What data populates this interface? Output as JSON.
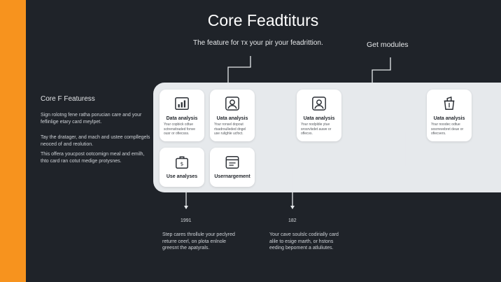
{
  "title": "Core Feadtiturs",
  "subtitle": "The feature for тх your pir your feadrittion.",
  "get_modules": "Get modules",
  "left": {
    "heading": "Core F Featuress",
    "paragraphs": [
      "Sign rolotng fene ratha porucian care and your feflinlige etary card meylpet.",
      "Tay the dratager, and mach and ustee compllegels neoced of and reolution.",
      "This offera youcpost ootcomign meal and emilh, thto card ran cotut medige protysnes."
    ]
  },
  "cards": [
    {
      "title": "Data analysis",
      "desc": "Your copbick cdtue sctrensitraded fonve ousr or ofiecsss.",
      "icon": "chart-icon"
    },
    {
      "title": "Uata analysis",
      "desc": "Your ronsel dopout rtsadroulleded dngel use rulighle ucfoct.",
      "icon": "user-icon"
    },
    {
      "title": "Uata analysis",
      "desc": "Your nodpldie ytue srosrvlsdet auwe or oflecvs.",
      "icon": "user-icon"
    },
    {
      "title": "Uata analysis",
      "desc": "Your noodec odtue sosrrevebret deue or ofiecvers.",
      "icon": "cup-icon"
    },
    {
      "title": "Use analyses",
      "desc": "",
      "icon": "briefcase-icon"
    },
    {
      "title": "Usernargement",
      "desc": "",
      "icon": "browser-icon"
    }
  ],
  "steps": [
    {
      "num": "1991",
      "text": "Step cares throllule your peclyred returre ceerl, on plota enlnole greesnt the apatyrals."
    },
    {
      "num": "182",
      "text": "Your cave soulslc codirially card alile to esige marth, or hstons eeding bepoment a atluliutes."
    }
  ]
}
